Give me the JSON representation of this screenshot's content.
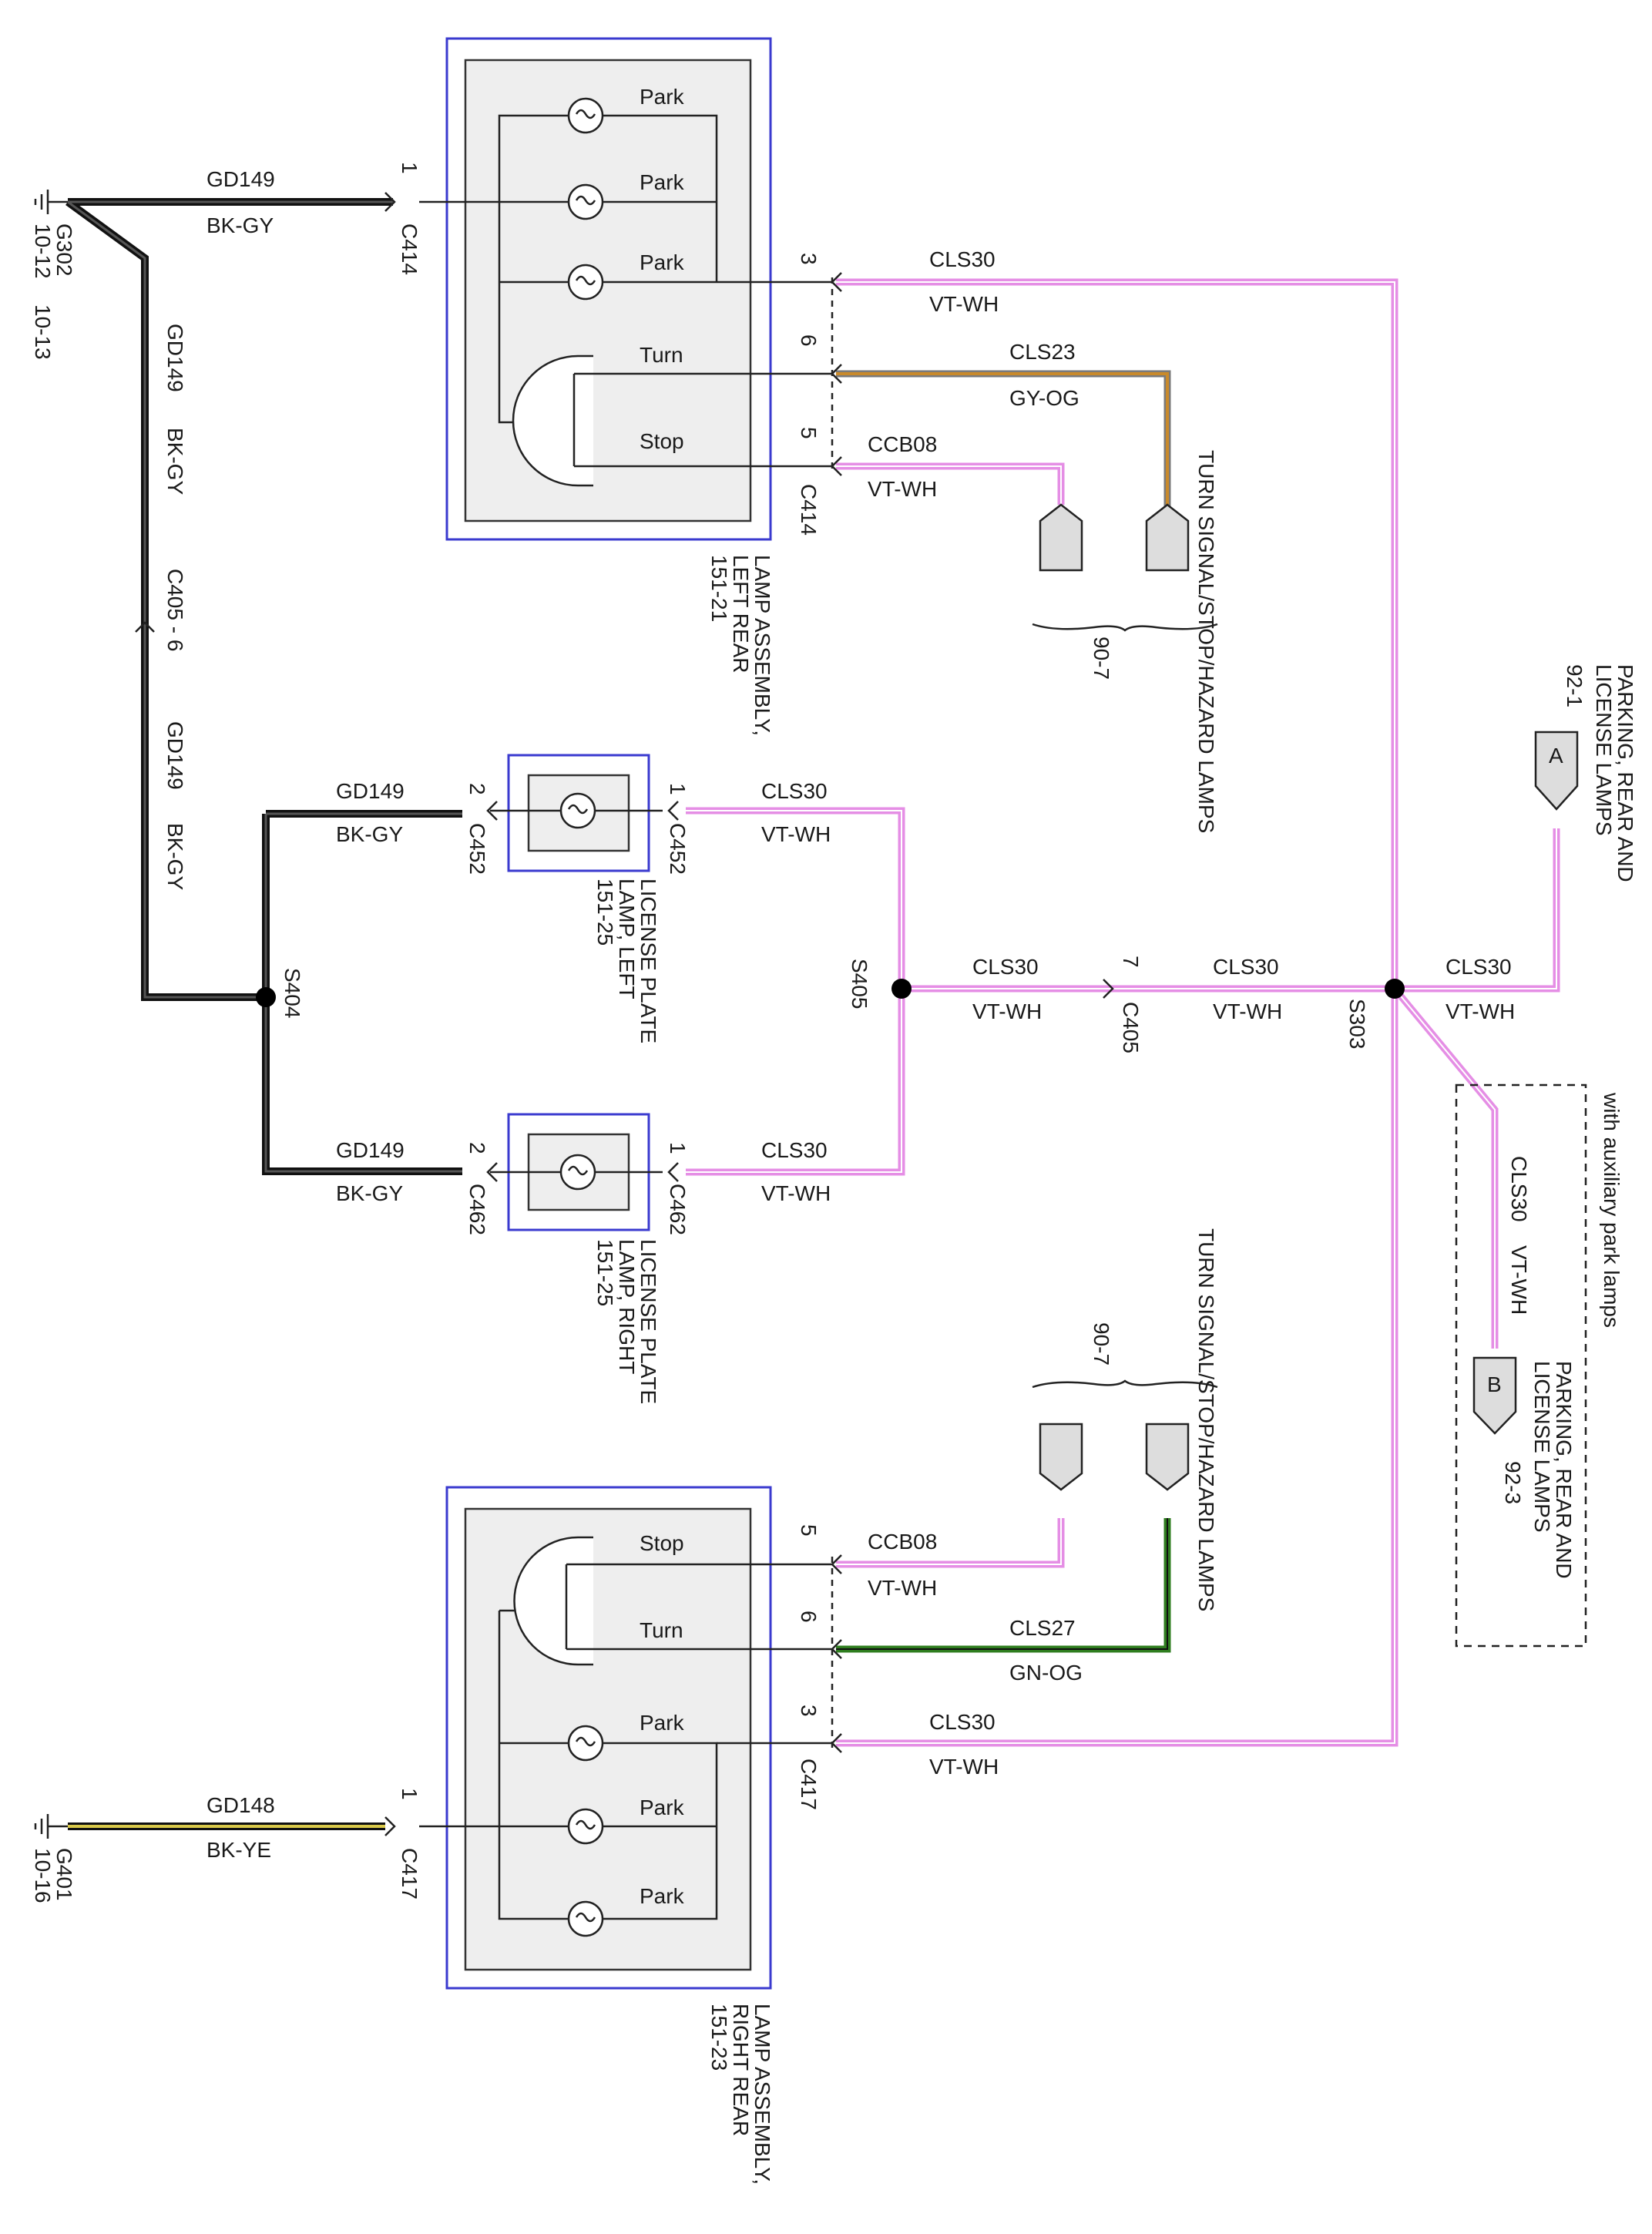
{
  "grounds": {
    "g302": {
      "id": "G302",
      "ref1": "10-12",
      "ref2": "10-13"
    },
    "g401": {
      "id": "G401",
      "ref1": "10-16"
    }
  },
  "wires": {
    "gd149": {
      "circuit": "GD149",
      "color": "BK-GY"
    },
    "gd148": {
      "circuit": "GD148",
      "color": "BK-YE"
    },
    "cls30": {
      "circuit": "CLS30",
      "color": "VT-WH"
    },
    "cls23": {
      "circuit": "CLS23",
      "color": "GY-OG"
    },
    "ccb08": {
      "circuit": "CCB08",
      "color": "VT-WH"
    },
    "cls27": {
      "circuit": "CLS27",
      "color": "GN-OG"
    }
  },
  "wire_colors": {
    "black": "#111111",
    "violet_white": "#e58ee5",
    "gray_orange": "#c98a2b",
    "green_orange": "#2f7d1f",
    "black_yellow": "#d9c94a"
  },
  "connectors": {
    "c414": "C414",
    "c405_6": "C405 - 6",
    "c405": "C405",
    "c452": "C452",
    "c462": "C462",
    "c417": "C417"
  },
  "pins": {
    "p1": "1",
    "p2": "2",
    "p3": "3",
    "p5": "5",
    "p6": "6",
    "p7": "7"
  },
  "splices": {
    "s404": "S404",
    "s405": "S405",
    "s303": "S303"
  },
  "lamps": {
    "park": "Park",
    "turn": "Turn",
    "stop": "Stop"
  },
  "assemblies": {
    "left_rear": {
      "line1": "LAMP ASSEMBLY,",
      "line2": "LEFT REAR",
      "line3": "151-21"
    },
    "right_rear": {
      "line1": "LAMP ASSEMBLY,",
      "line2": "RIGHT REAR",
      "line3": "151-23"
    },
    "plate_left": {
      "line1": "LICENSE PLATE",
      "line2": "LAMP, LEFT",
      "line3": "151-25"
    },
    "plate_right": {
      "line1": "LICENSE PLATE",
      "line2": "LAMP, RIGHT",
      "line3": "151-25"
    }
  },
  "references": {
    "turn_signal": "TURN SIGNAL/STOP/HAZARD LAMPS",
    "turn_signal_ref": "90-7",
    "parking_line1": "PARKING, REAR AND",
    "parking_line2": "LICENSE LAMPS",
    "parking_a_ref": "92-1",
    "parking_b_ref": "92-3",
    "tag_a": "A",
    "tag_b": "B",
    "option_note": "with auxiliary park lamps"
  }
}
